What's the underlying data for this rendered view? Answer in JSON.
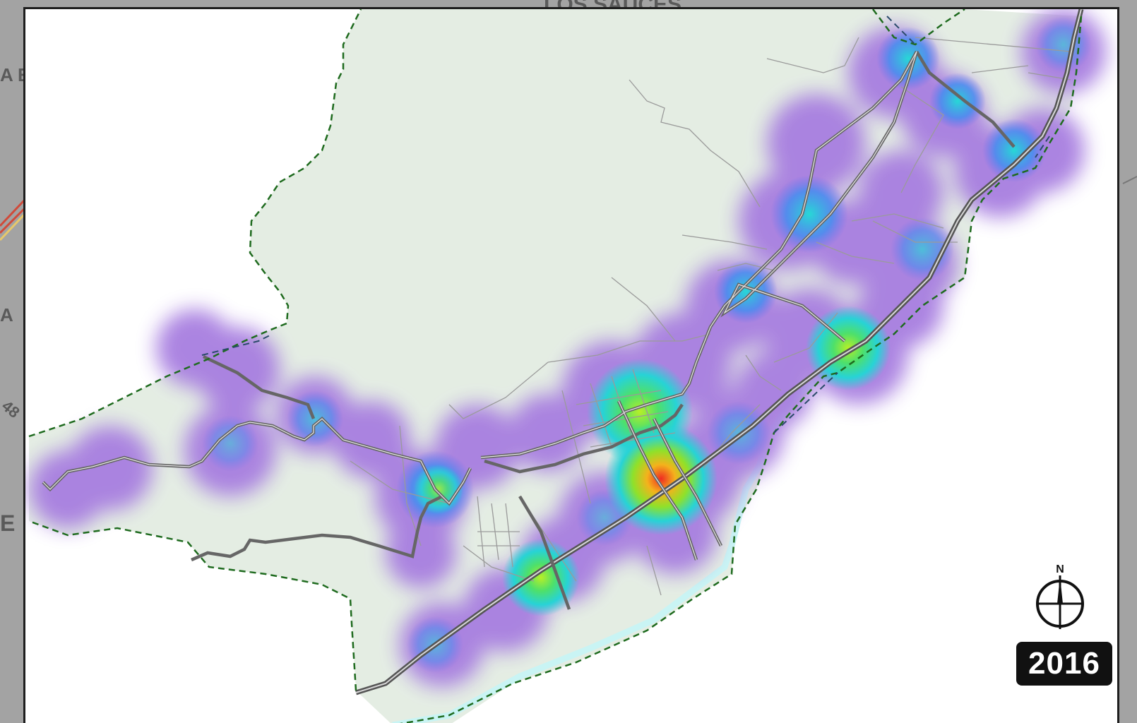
{
  "background_map": {
    "labels": [
      "LOS SAUCES",
      "A E",
      "A",
      "48",
      "E"
    ]
  },
  "map": {
    "north_label": "N",
    "year": "2016",
    "colors": {
      "land": "#e4ede3",
      "boundary": "#1f6b1f",
      "river": "#c9f4f4",
      "road_major": "#555555",
      "road_minor": "#9a9a9a",
      "heat_low": "#a77ee0",
      "heat_mid": "#27d3d6",
      "heat_high": "#ef2b22"
    },
    "icons": [
      "compass-icon"
    ]
  }
}
